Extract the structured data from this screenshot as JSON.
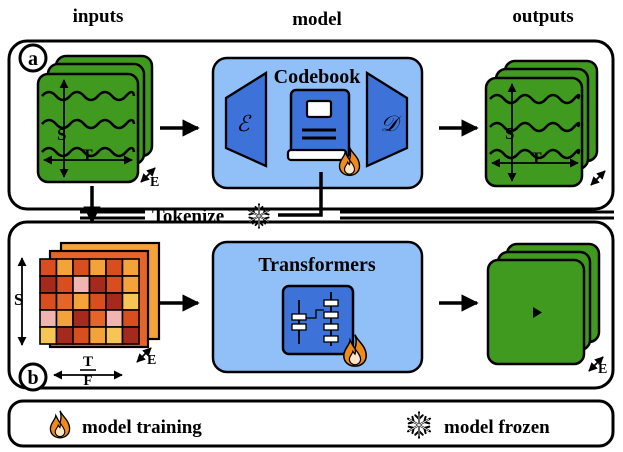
{
  "headers": {
    "inputs": "inputs",
    "model": "model",
    "outputs": "outputs"
  },
  "panel_a": {
    "marker": "a",
    "codebook_title": "Codebook",
    "encoder_symbol": "ℰ",
    "decoder_symbol": "𝒟",
    "tokenize_label": "Tokenize",
    "axis_s": "S",
    "axis_t": "T",
    "axis_e": "E"
  },
  "panel_b": {
    "marker": "b",
    "transformers_title": "Transformers",
    "axis_s": "S",
    "axis_t": "T",
    "axis_f": "F",
    "axis_e": "E"
  },
  "legend": {
    "training": "model training",
    "frozen": "model frozen"
  },
  "colors": {
    "green": "#3f9a1f",
    "blue_panel": "#90c0f7",
    "blue_dark": "#3d72d9",
    "fire_outer": "#f08a1c",
    "fire_inner": "#fde7c8",
    "grid": [
      "#d94e1e",
      "#f4a23a",
      "#a6291d",
      "#f2b4b1",
      "#e5642a",
      "#f7c456"
    ]
  },
  "icons": [
    "fire-icon",
    "snowflake-icon",
    "book-icon",
    "play-icon",
    "module-icon"
  ]
}
